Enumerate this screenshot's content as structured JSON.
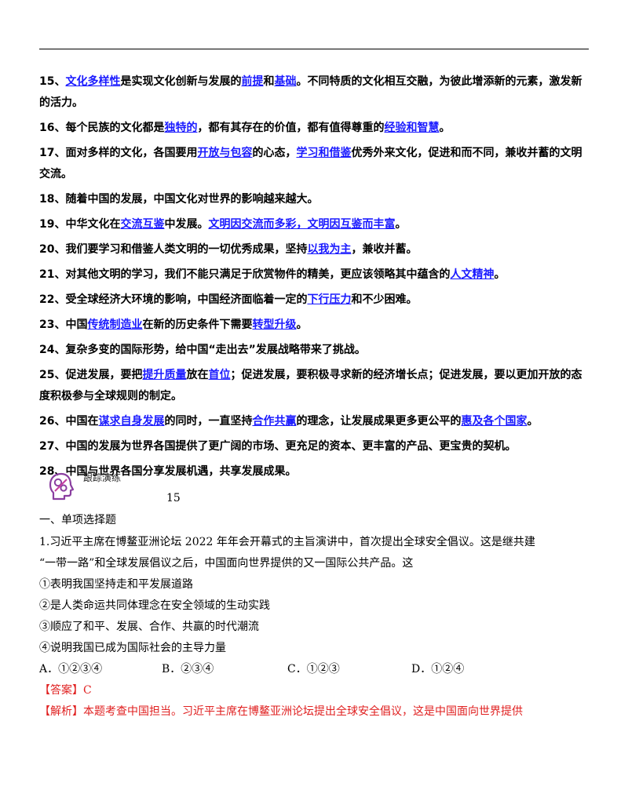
{
  "items": [
    {
      "num": "15、",
      "parts": [
        {
          "t": "文化多样性",
          "kw": true
        },
        {
          "t": "是实现文化创新与发展的"
        },
        {
          "t": "前提",
          "kw": true
        },
        {
          "t": "和"
        },
        {
          "t": "基础",
          "kw": true
        },
        {
          "t": "。不同特质的文化相互交融，为彼此增添新的元素，激发新的活力。"
        }
      ]
    },
    {
      "num": "16、",
      "parts": [
        {
          "t": "每个民族的文化都是"
        },
        {
          "t": "独特的",
          "kw": true
        },
        {
          "t": "，都有其存在的价值，都有值得尊重的"
        },
        {
          "t": "经验和智慧",
          "kw": true
        },
        {
          "t": "。"
        }
      ]
    },
    {
      "num": "17、",
      "parts": [
        {
          "t": "面对多样的文化，各国要用"
        },
        {
          "t": "开放与包容",
          "kw": true
        },
        {
          "t": "的心态，"
        },
        {
          "t": "学习和借鉴",
          "kw": true
        },
        {
          "t": "优秀外来文化，促进和而不同，兼收并蓄的文明交流。"
        }
      ]
    },
    {
      "num": "18、",
      "parts": [
        {
          "t": "随着中国的发展，中国文化对世界的影响越来越大。"
        }
      ]
    },
    {
      "num": "19、",
      "parts": [
        {
          "t": "中华文化在"
        },
        {
          "t": "交流互鉴",
          "kw": true
        },
        {
          "t": "中发展。"
        },
        {
          "t": "文明因交流而多彩，文明因互鉴而丰富",
          "kw": true
        },
        {
          "t": "。"
        }
      ]
    },
    {
      "num": "20、",
      "parts": [
        {
          "t": "我们要学习和借鉴人类文明的一切优秀成果，坚持"
        },
        {
          "t": "以我为主",
          "kw": true
        },
        {
          "t": "，兼收并蓄。"
        }
      ]
    },
    {
      "num": "21、",
      "parts": [
        {
          "t": "对其他文明的学习，我们不能只满足于欣赏物件的精美，更应该领略其中蕴含的"
        },
        {
          "t": "人文精神",
          "kw": true
        },
        {
          "t": "。"
        }
      ]
    },
    {
      "num": "22、",
      "parts": [
        {
          "t": "受全球经济大环境的影响，中国经济面临着一定的"
        },
        {
          "t": "下行压力",
          "kw": true
        },
        {
          "t": "和不少困难。"
        }
      ]
    },
    {
      "num": "23、",
      "parts": [
        {
          "t": "中国"
        },
        {
          "t": "传统制造业",
          "kw": true
        },
        {
          "t": "在新的历史条件下需要"
        },
        {
          "t": "转型升级",
          "kw": true
        },
        {
          "t": "。"
        }
      ]
    },
    {
      "num": "24、",
      "parts": [
        {
          "t": "复杂多变的国际形势，给中国“走出去”发展战略带来了挑战。"
        }
      ]
    },
    {
      "num": "25、",
      "parts": [
        {
          "t": "促进发展，要把"
        },
        {
          "t": "提升质量",
          "kw": true
        },
        {
          "t": "放在"
        },
        {
          "t": "首位",
          "kw": true
        },
        {
          "t": "；促进发展，要积极寻求新的经济增长点；促进发展，要以更加开放的态度积极参与全球规则的制定。"
        }
      ]
    },
    {
      "num": "26、",
      "parts": [
        {
          "t": "中国在"
        },
        {
          "t": "谋求自身发展",
          "kw": true
        },
        {
          "t": "的同时，一直坚持"
        },
        {
          "t": "合作共赢",
          "kw": true
        },
        {
          "t": "的理念，让发展成果更多更公平的"
        },
        {
          "t": "惠及各个国家",
          "kw": true
        },
        {
          "t": "。"
        }
      ]
    },
    {
      "num": "27、",
      "parts": [
        {
          "t": "中国的发展为世界各国提供了更广阔的市场、更充足的资本、更丰富的产品、更宝贵的契机。"
        }
      ]
    },
    {
      "num": "28、",
      "parts": [
        {
          "t": "中国与世界各国分享发展机遇，共享发展成果。"
        }
      ]
    }
  ],
  "tracking": {
    "label": "跟踪演练",
    "icon": "head-gears-icon"
  },
  "page_number": "15",
  "section_title": "一、单项选择题",
  "question": {
    "line1": "1.习近平主席在博鳌亚洲论坛 2022 年年会开幕式的主旨演讲中，首次提出全球安全倡议。这是继共建",
    "line2": "“一带一路”和全球发展倡议之后，中国面向世界提供的又一国际公共产品。这",
    "statements": [
      "①表明我国坚持走和平发展道路",
      "②是人类命运共同体理念在安全领域的生动实践",
      "③顺应了和平、发展、合作、共赢的时代潮流",
      "④说明我国已成为国际社会的主导力量"
    ],
    "options": [
      "A．①②③④",
      "B．②③④",
      "C．①②③",
      "D．①②④"
    ]
  },
  "answer": "【答案】C",
  "explanation": "【解析】本题考查中国担当。习近平主席在博鳌亚洲论坛提出全球安全倡议，这是中国面向世界提供",
  "colors": {
    "keyword": "#1a1aff",
    "answer": "#e02020",
    "icon": "#8a3fa0"
  }
}
